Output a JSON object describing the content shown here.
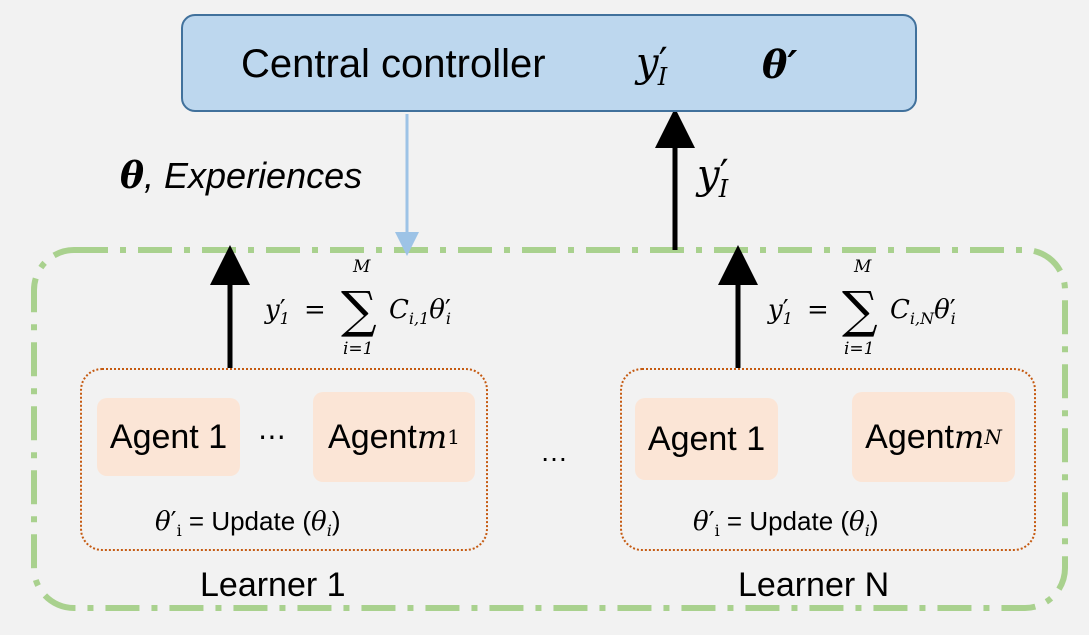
{
  "controller": {
    "label": "Central controller",
    "math_y": "y",
    "math_y_sub": "I",
    "math_theta": "θ′"
  },
  "downlink_label": {
    "theta": "θ",
    "text": ", Experiences"
  },
  "uplink_label": {
    "y": "y",
    "sub": "I"
  },
  "learners": [
    {
      "name": "Learner 1",
      "agent_a": "Agent 1",
      "agent_b_word": "Agent ",
      "agent_b_var": "m",
      "agent_b_sub": "1",
      "between_dots": "⋯",
      "update_lhs": "θ",
      "update_lhs_sub": "i",
      "update_text": " = Update (",
      "update_arg": "θ",
      "update_arg_sub": "i",
      "update_close": ")",
      "sum_lhs": "y",
      "sum_lhs_sub": "1",
      "sum_coef_sub": "i,1",
      "sum_upper": "M",
      "sum_lower": "i=1"
    },
    {
      "name": "Learner N",
      "agent_a": "Agent 1",
      "agent_b_word": "Agent ",
      "agent_b_var": "m",
      "agent_b_sub": "N",
      "update_lhs": "θ",
      "update_lhs_sub": "i",
      "update_text": " = Update (",
      "update_arg": "θ",
      "update_arg_sub": "i",
      "update_close": ")",
      "sum_lhs": "y",
      "sum_lhs_sub": "1",
      "sum_coef_sub": "i,N",
      "sum_upper": "M",
      "sum_lower": "i=1"
    }
  ],
  "middle_dots": "…",
  "colors": {
    "controller_fill": "#bdd7ee",
    "controller_border": "#41719c",
    "agent_fill": "#fbe5d6",
    "learner_border": "#c55a11",
    "outer_border": "#a9d18e",
    "downlink_arrow": "#9dc3e6"
  }
}
